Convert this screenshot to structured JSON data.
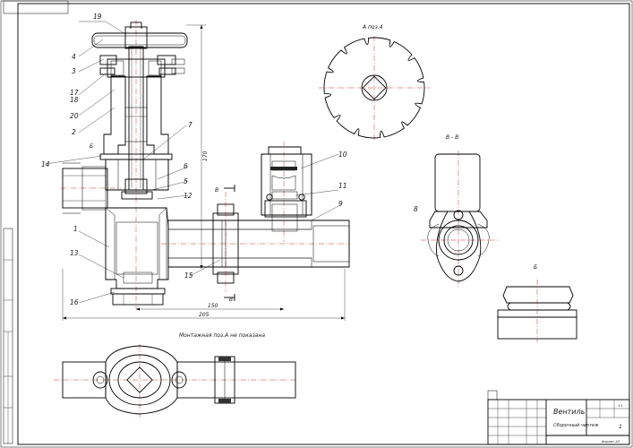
{
  "labels": {
    "view_a": "А поз.4",
    "view_bb": "В - В",
    "view_b": "Б",
    "view_bottom": "Монтажная поз.А не показана",
    "section_b_top": "В",
    "section_b_bot": "В",
    "arrow_b": "Б"
  },
  "dimensions": {
    "d_overall": "205",
    "d_inner": "150",
    "d_height": "170"
  },
  "positions": [
    "19",
    "4",
    "3",
    "17",
    "18",
    "20",
    "2",
    "7",
    "14",
    "6",
    "5",
    "12",
    "1",
    "13",
    "16",
    "15",
    "10",
    "11",
    "9",
    "8"
  ],
  "title_block": {
    "name": "Вентиль",
    "subtitle": "Сборочный чертеж",
    "sheet": "1",
    "scale": "1:1",
    "format": "Формат А3"
  }
}
